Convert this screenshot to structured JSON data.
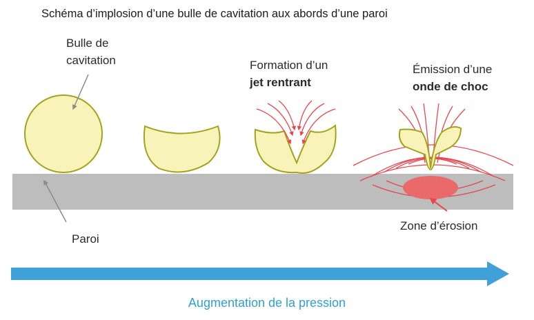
{
  "title": "Schéma d’implosion d’une bulle de cavitation aux abords d’une paroi",
  "labels": {
    "bubble_line1": "Bulle de",
    "bubble_line2": "cavitation",
    "jet_line1": "Formation d’un",
    "jet_line2": "jet rentrant",
    "shock_line1": "Émission d’une",
    "shock_line2": "onde de choc",
    "erosion": "Zone d’érosion",
    "wall": "Paroi"
  },
  "arrow_caption": "Augmentation de la pression",
  "colors": {
    "bubble_fill": "#f8f3b8",
    "bubble_stroke": "#a4a21c",
    "wall": "#bdbdbd",
    "flow_red": "#e8454d",
    "erosion_fill": "#ea6a6a",
    "pressure_arrow": "#3fa1d8",
    "pointer_grey": "#8a8a8a"
  }
}
